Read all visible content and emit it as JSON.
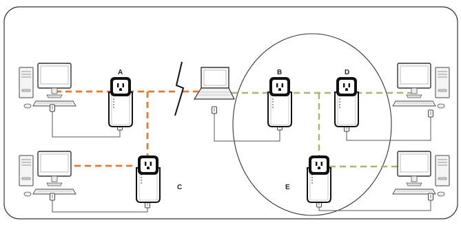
{
  "labels": {
    "a": "A",
    "b": "B",
    "c": "C",
    "d": "D",
    "e": "E"
  },
  "colors": {
    "network_1_link": "#e8782a",
    "network_2_link": "#a4b86c",
    "cable": "#555555",
    "frame": "#333333"
  },
  "icons": {
    "desktop": "desktop-computer-icon",
    "laptop": "laptop-icon",
    "adapter": "powerline-adapter-icon",
    "outlet": "power-outlet-icon",
    "plug": "cable-plug-icon",
    "break": "lightning-break-icon"
  }
}
